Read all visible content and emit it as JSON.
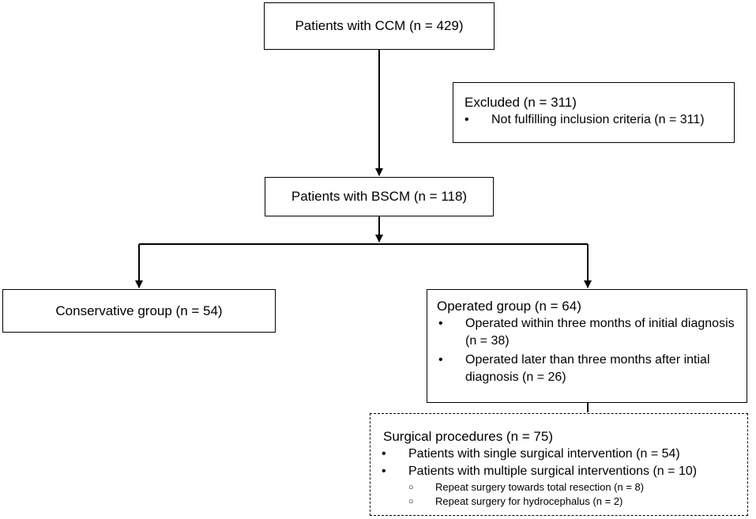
{
  "ccm_box": {
    "label": "Patients with CCM (n = 429)"
  },
  "excluded_box": {
    "title": "Excluded  (n = 311)",
    "items": [
      "Not fulfilling inclusion criteria (n = 311)"
    ]
  },
  "bscm_box": {
    "label": "Patients with BSCM (n = 118)"
  },
  "conservative_box": {
    "label": "Conservative group (n = 54)"
  },
  "operated_box": {
    "title": "Operated group (n = 64)",
    "items": [
      "Operated within three months of initial diagnosis (n = 38)",
      "Operated later than three months after intial diagnosis (n = 26)"
    ]
  },
  "surgical_box": {
    "title": "Surgical procedures (n = 75)",
    "items": [
      "Patients with single surgical intervention (n = 54)",
      "Patients with multiple surgical interventions (n = 10)"
    ],
    "subitems": [
      "Repeat surgery towards total resection (n = 8)",
      "Repeat surgery for hydrocephalus (n = 2)"
    ]
  }
}
